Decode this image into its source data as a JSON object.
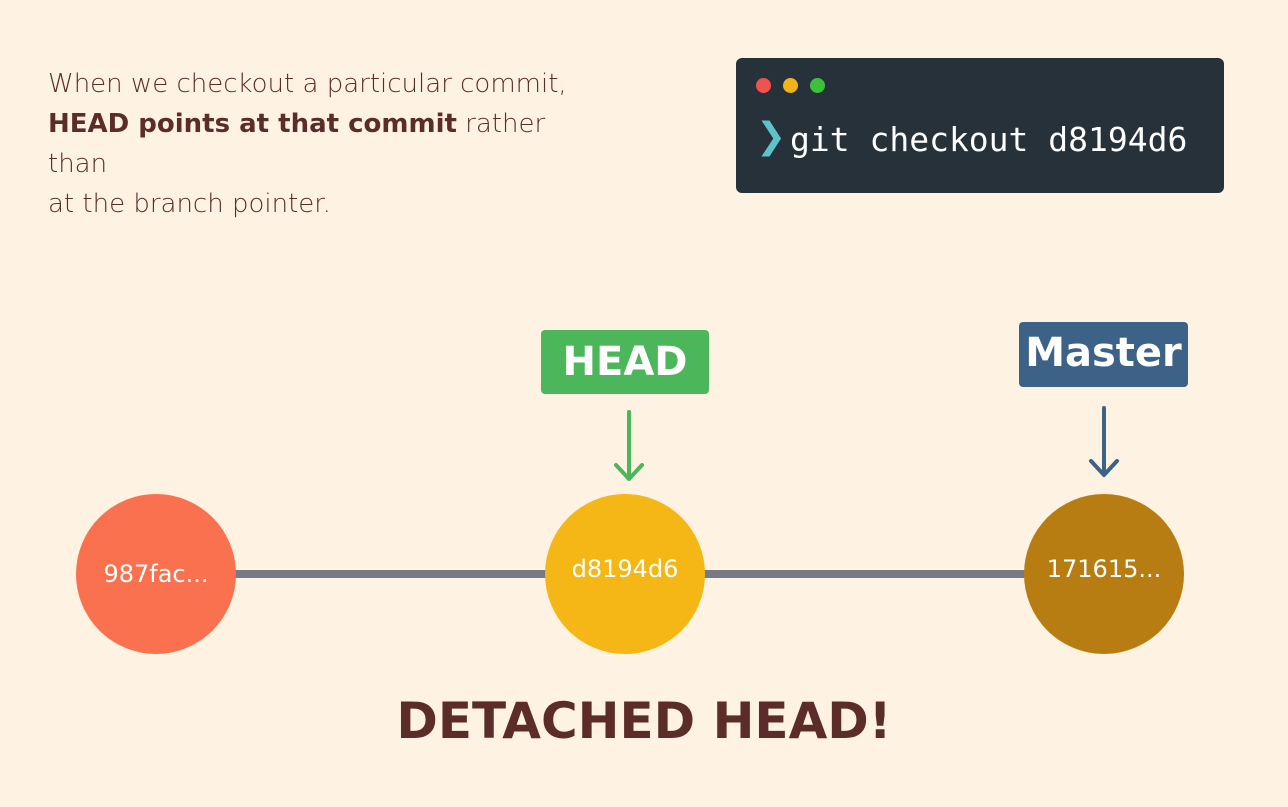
{
  "intro": {
    "line1": "When we checkout a particular commit,",
    "bold": "HEAD points at that commit",
    "rest2": " rather than",
    "line3": "at the branch pointer."
  },
  "terminal": {
    "prompt": "❯",
    "command": "git checkout d8194d6"
  },
  "labels": {
    "head": "HEAD",
    "master": "Master"
  },
  "commits": [
    "987fac...",
    "d8194d6",
    "171615..."
  ],
  "footer": "DETACHED HEAD!",
  "colors": {
    "background": "#fef3e2",
    "head_label": "#4cb65b",
    "master_label": "#3d6288",
    "commit_1": "#f9714e",
    "commit_2": "#f5b716",
    "commit_3": "#b87d12",
    "connector": "#777a84",
    "terminal_bg": "#27313a"
  }
}
